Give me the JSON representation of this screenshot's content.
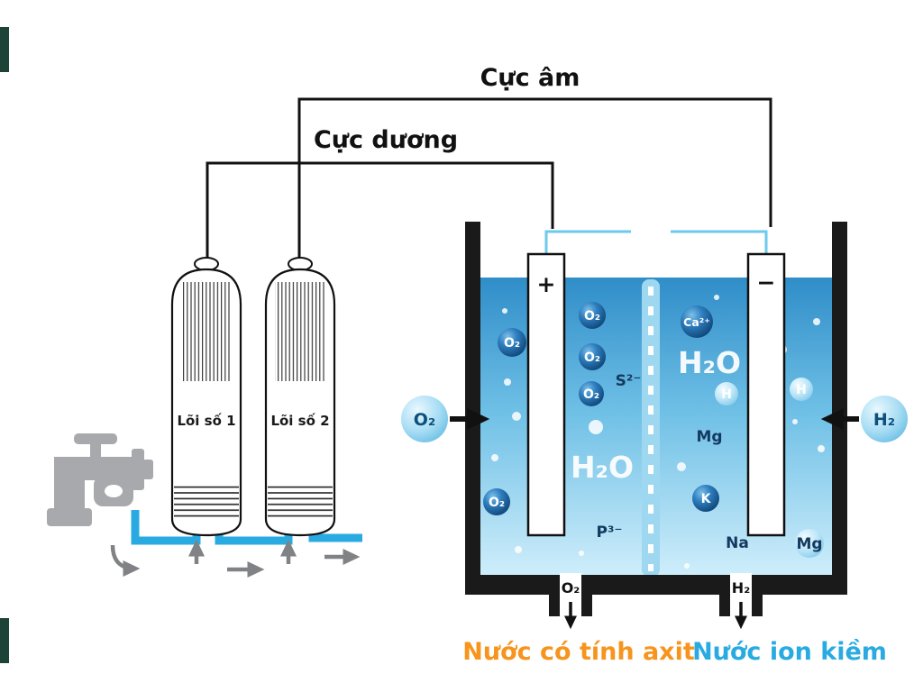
{
  "labels": {
    "negative_electrode": "Cực âm",
    "positive_electrode": "Cực dương",
    "acid_water": "Nước có tính axit",
    "alkaline_water": "Nước ion kiềm"
  },
  "filters": [
    {
      "label": "Lõi số 1"
    },
    {
      "label": "Lõi số 2"
    }
  ],
  "electrodes": {
    "positive_sign": "+",
    "negative_sign": "−"
  },
  "inlets": {
    "left": "O₂",
    "right": "H₂"
  },
  "outlets": {
    "left": "O₂",
    "right": "H₂"
  },
  "particles": {
    "left_chamber": {
      "o2_a": "O₂",
      "o2_b": "O₂",
      "o2_c": "O₂",
      "o2_d": "O₂",
      "o2_e": "O₂",
      "s": "S²⁻",
      "p": "P³⁻",
      "h2o": "H₂O"
    },
    "right_chamber": {
      "ca": "Ca²⁺",
      "h2o": "H₂O",
      "h_a": "H",
      "h_b": "H",
      "mg_a": "Mg",
      "k": "K",
      "na": "Na",
      "mg_b": "Mg"
    }
  },
  "colors": {
    "acid_label": "#f7941d",
    "alkaline_label": "#29abe2",
    "pipe_blue": "#29abe2",
    "wire_blue": "#6ec9ee",
    "faucet_gray": "#a7a9ac"
  }
}
